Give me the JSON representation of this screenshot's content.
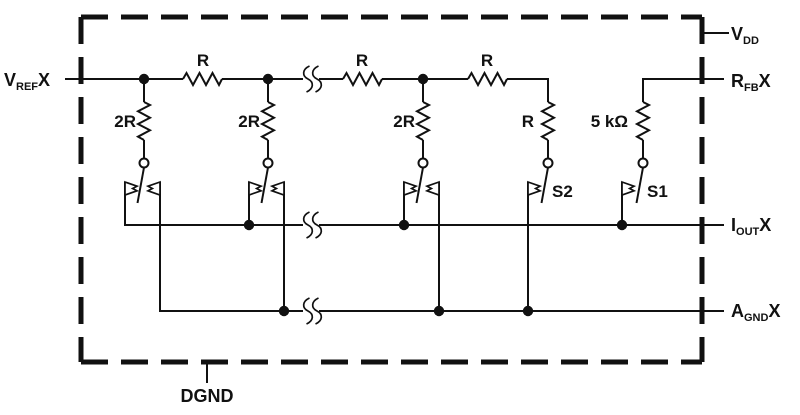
{
  "pins": {
    "vref": {
      "main": "V",
      "sub": "REF",
      "suffix": "X"
    },
    "vdd": {
      "main": "V",
      "sub": "DD",
      "suffix": ""
    },
    "rfb": {
      "main": "R",
      "sub": "FB",
      "suffix": "X"
    },
    "iout": {
      "main": "I",
      "sub": "OUT",
      "suffix": "X"
    },
    "agnd": {
      "main": "A",
      "sub": "GND",
      "suffix": "X"
    },
    "dgnd": "DGND"
  },
  "resistors": {
    "ladder_r1": "R",
    "ladder_r2": "R",
    "ladder_r3": "R",
    "leg_2r_1": "2R",
    "leg_2r_2": "2R",
    "leg_2r_3": "2R",
    "term_r": "R",
    "feedback_r": "5 kΩ"
  },
  "switches": {
    "s2": "S2",
    "s1": "S1"
  },
  "colors": {
    "ink": "#111111",
    "background": "#ffffff"
  }
}
